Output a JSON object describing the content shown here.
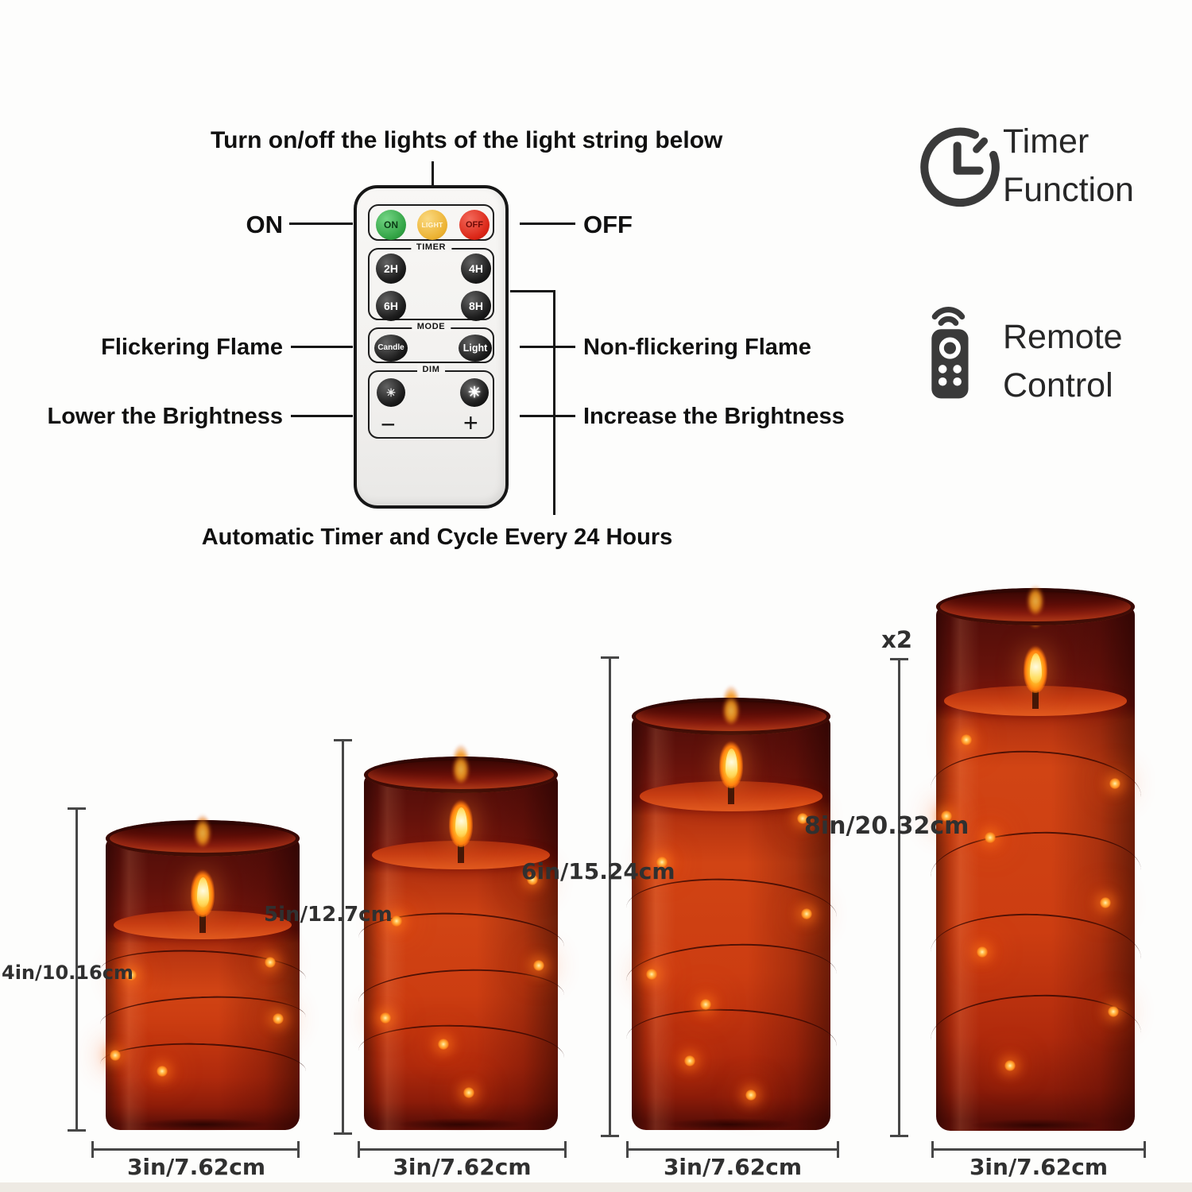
{
  "diagram": {
    "top_label": "Turn on/off the lights of the light string below",
    "auto_label": "Automatic Timer and Cycle Every 24 Hours",
    "callouts": {
      "on": "ON",
      "off": "OFF",
      "flicker": "Flickering Flame",
      "non_flicker": "Non-flickering Flame",
      "lower": "Lower the Brightness",
      "increase": "Increase the Brightness"
    },
    "remote": {
      "power_buttons": [
        {
          "label": "ON",
          "color": "#31a244"
        },
        {
          "label": "LIGHT",
          "color": "#ecb232"
        },
        {
          "label": "OFF",
          "color": "#da2516"
        }
      ],
      "timer_label": "TIMER",
      "timer_buttons": [
        "2H",
        "4H",
        "6H",
        "8H"
      ],
      "mode_label": "MODE",
      "mode_buttons": [
        "Candle",
        "Light"
      ],
      "dim_label": "DIM",
      "dim_minus": "−",
      "dim_plus": "+"
    }
  },
  "features": [
    {
      "icon": "clock-icon",
      "label": "Timer Function"
    },
    {
      "icon": "remote-icon",
      "label": "Remote Control"
    }
  ],
  "candles": [
    {
      "height_label": "4in/10.16cm",
      "width_label": "3in/7.62cm"
    },
    {
      "height_label": "5in/12.7cm",
      "width_label": "3in/7.62cm"
    },
    {
      "height_label": "6in/15.24cm",
      "width_label": "3in/7.62cm"
    },
    {
      "height_label": "8in/20.32cm",
      "width_label": "3in/7.62cm",
      "quantity_label": "x2"
    }
  ],
  "colors": {
    "flame": "#ffc53a",
    "glass_dark": "#5a0f0b",
    "wax": "#cf4216",
    "led_glow": "#ff8c28",
    "measure_line": "#474747",
    "text": "#141414"
  }
}
